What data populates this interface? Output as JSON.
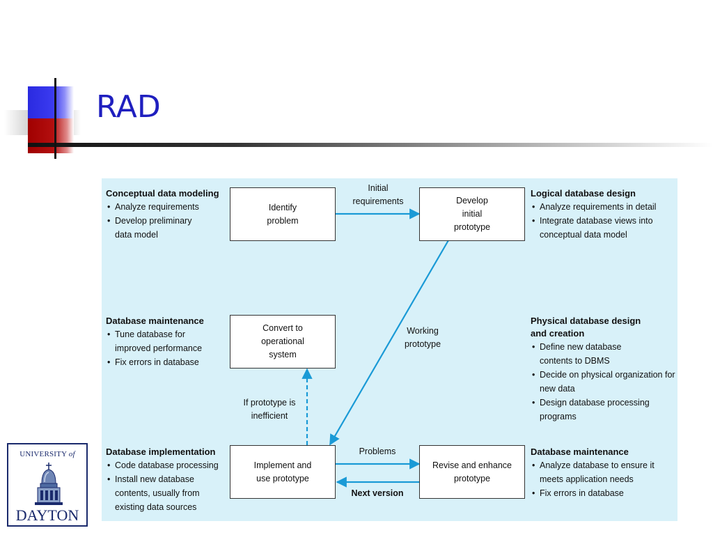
{
  "slide": {
    "title": "RAD"
  },
  "diagram": {
    "boxes": {
      "identify": "Identify problem",
      "develop": "Develop initial prototype",
      "convert": "Convert to operational system",
      "implement": "Implement and use prototype",
      "revise": "Revise and enhance prototype"
    },
    "labels": {
      "initial_requirements": "Initial requirements",
      "working_prototype": "Working prototype",
      "if_inefficient": "If prototype is inefficient",
      "problems": "Problems",
      "next_version": "Next version"
    },
    "descriptions": {
      "conceptual": {
        "heading": "Conceptual data modeling",
        "items": [
          "Analyze requirements",
          "Develop preliminary data model"
        ]
      },
      "logical": {
        "heading": "Logical database design",
        "items": [
          "Analyze requirements in detail",
          "Integrate database views into conceptual data model"
        ]
      },
      "maintenance_left": {
        "heading": "Database maintenance",
        "items": [
          "Tune database for improved performance",
          "Fix errors in database"
        ]
      },
      "physical": {
        "heading": "Physical database design and creation",
        "items": [
          "Define new database contents to DBMS",
          "Decide on physical organization for new data",
          "Design database processing programs"
        ]
      },
      "implementation": {
        "heading": "Database implementation",
        "items": [
          "Code database processing",
          "Install new database contents, usually from existing data sources"
        ]
      },
      "maintenance_right": {
        "heading": "Database maintenance",
        "items": [
          "Analyze database to ensure it meets application needs",
          "Fix errors in database"
        ]
      }
    }
  },
  "logo": {
    "top": "UNIVERSITY",
    "of": "of",
    "bottom": "DAYTON"
  },
  "colors": {
    "title": "#1f1fbf",
    "panel": "#d8f1f9",
    "arrow": "#1a9ad6",
    "logo": "#1a2a6c"
  }
}
